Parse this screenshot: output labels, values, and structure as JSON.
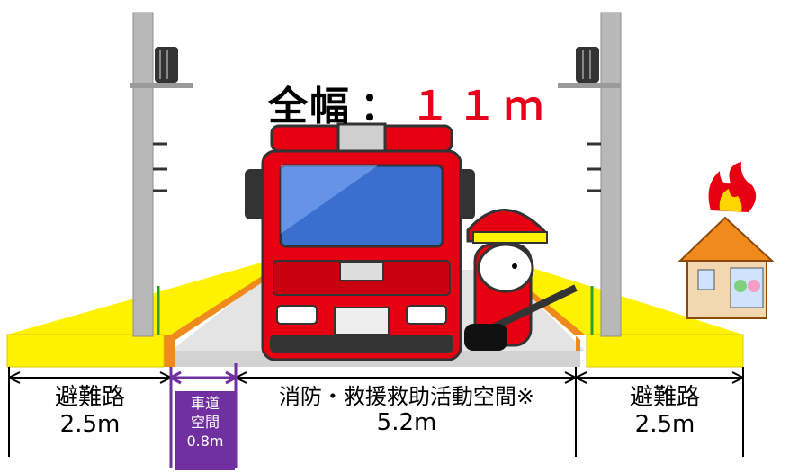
{
  "title": {
    "prefix": "全幅",
    "separator": "：",
    "value": "１１ｍ"
  },
  "segments": [
    {
      "name": "避難路",
      "width": "2.5m"
    },
    {
      "name": "車道空間",
      "line1": "車道",
      "line2": "空間",
      "width": "0.8m"
    },
    {
      "name": "消防・救援救助活動空間※",
      "width": "5.2m"
    },
    {
      "name": "避難路",
      "width": "2.5m"
    }
  ],
  "colors": {
    "walkway": "#fff200",
    "roadway": "#e2e2e2",
    "curb": "#f08a1c",
    "car_lane_box": "#7030a0",
    "title_accent": "#e8001c",
    "truck": "#e60012"
  },
  "icons": [
    "utility-pole-icon",
    "fire-truck-icon",
    "firefighter-icon",
    "burning-house-icon",
    "fire-icon"
  ]
}
